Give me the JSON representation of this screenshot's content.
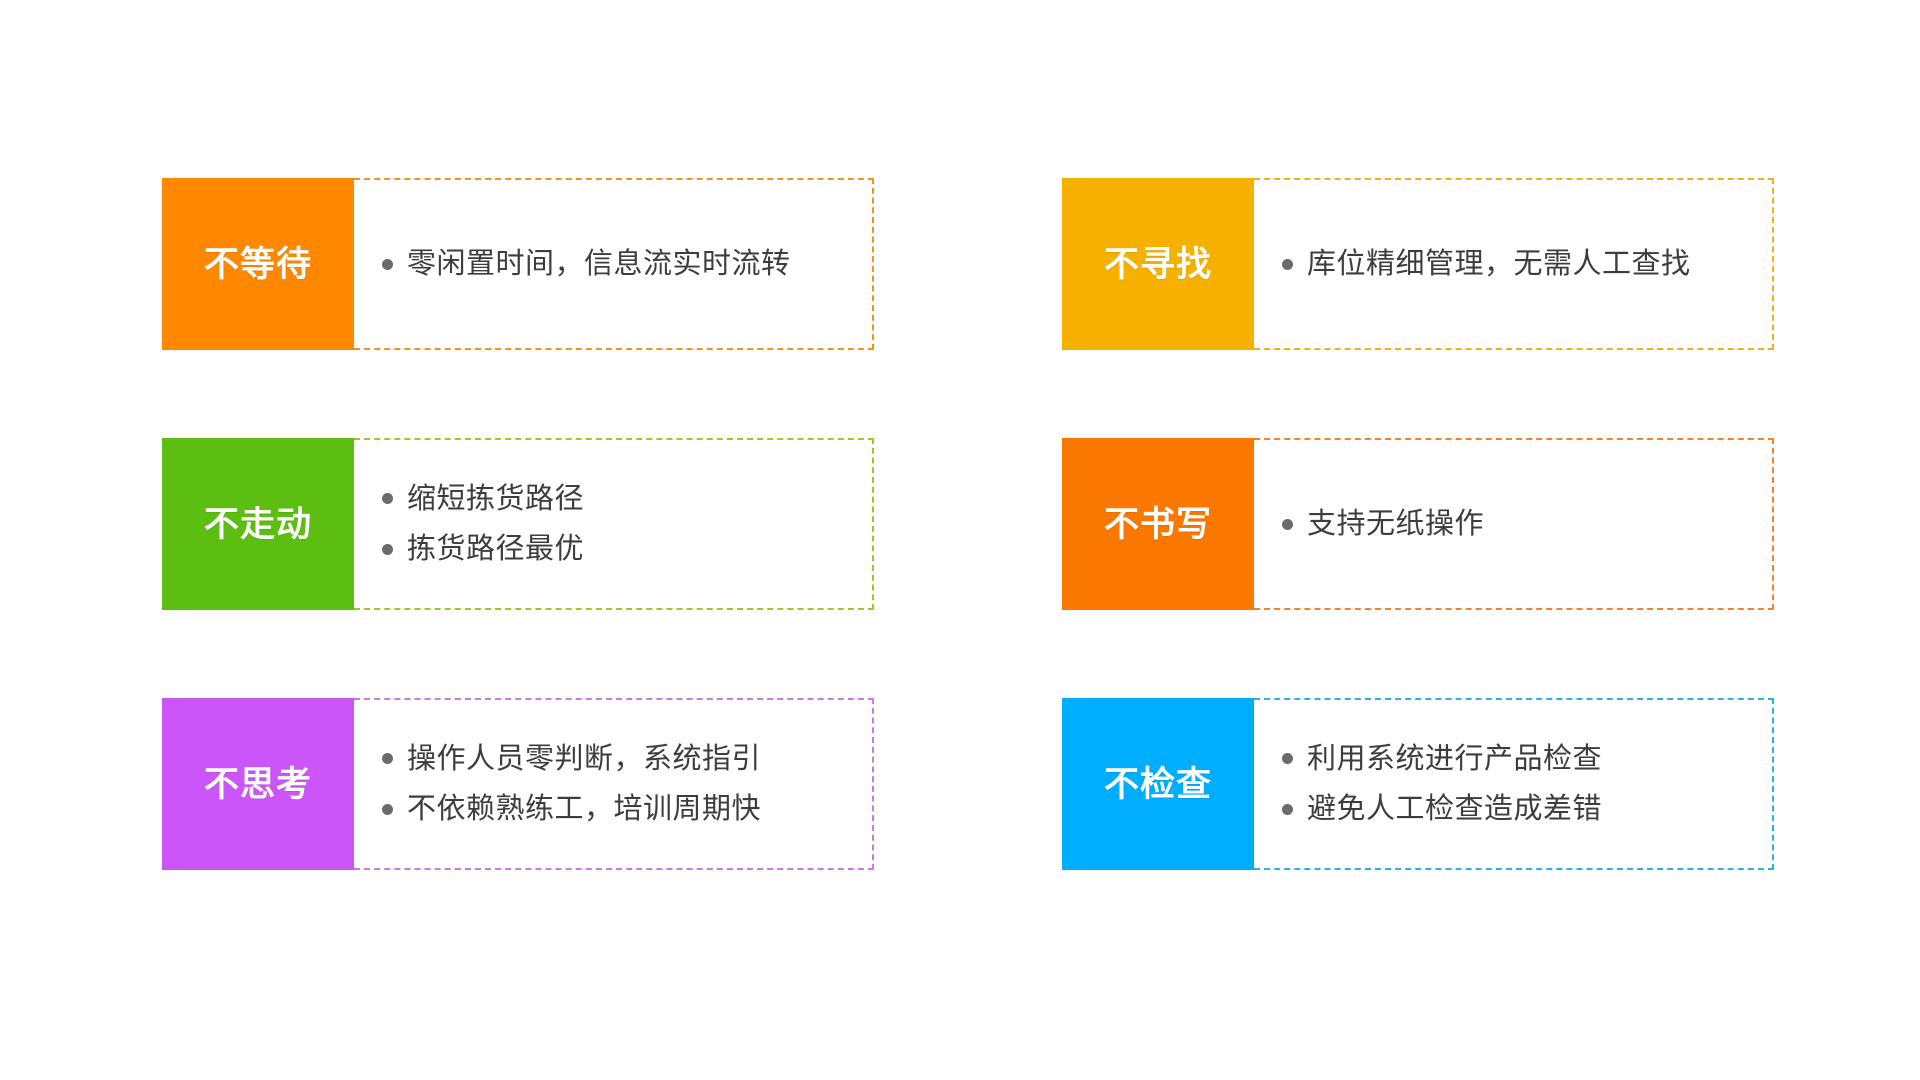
{
  "page": {
    "background_color": "#ffffff",
    "columns": 2,
    "rows": 3
  },
  "bullet_marker": {
    "shape": "filled-circle",
    "color": "#6b6b6b"
  },
  "body_text_color": "#3d3d3d",
  "label_text_color": "#ffffff",
  "cards": [
    {
      "id": "no-waiting",
      "label": "不等待",
      "accent_color": "#ff8800",
      "border_color": "#f5921e",
      "items": [
        "零闲置时间，信息流实时流转"
      ]
    },
    {
      "id": "no-searching",
      "label": "不寻找",
      "accent_color": "#f5b000",
      "border_color": "#f2b017",
      "items": [
        "库位精细管理，无需人工查找"
      ]
    },
    {
      "id": "no-walking",
      "label": "不走动",
      "accent_color": "#5cbe10",
      "border_color": "#9bc926",
      "items": [
        "缩短拣货路径",
        "拣货路径最优"
      ]
    },
    {
      "id": "no-writing",
      "label": "不书写",
      "accent_color": "#fa7800",
      "border_color": "#f5812b",
      "items": [
        "支持无纸操作"
      ]
    },
    {
      "id": "no-thinking",
      "label": "不思考",
      "accent_color": "#cc55fa",
      "border_color": "#c77ae0",
      "items": [
        "操作人员零判断，系统指引",
        "不依赖熟练工，培训周期快"
      ]
    },
    {
      "id": "no-checking",
      "label": "不检查",
      "accent_color": "#00aeff",
      "border_color": "#2bb3e8",
      "items": [
        "利用系统进行产品检查",
        "避免人工检查造成差错"
      ]
    }
  ]
}
